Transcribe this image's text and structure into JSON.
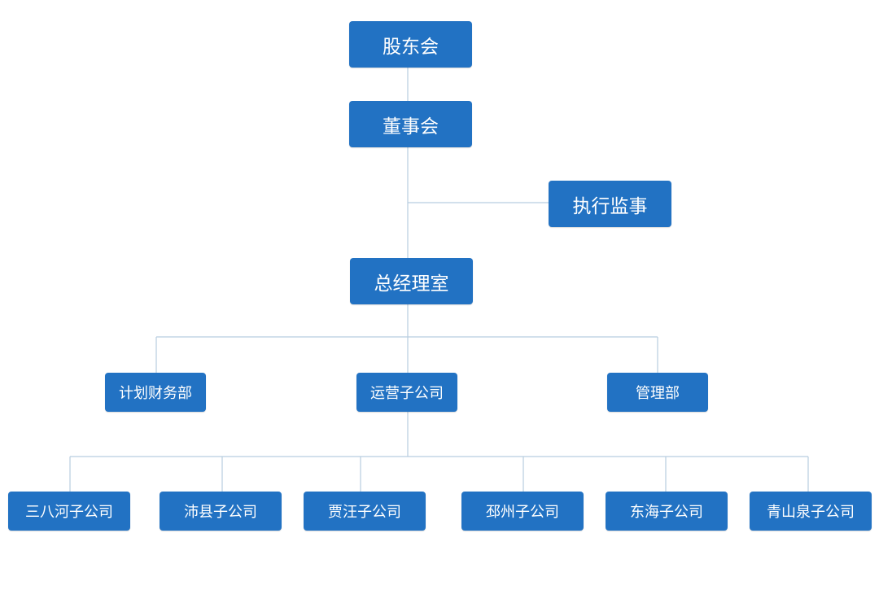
{
  "org_chart": {
    "shareholders": "股东会",
    "board": "董事会",
    "supervisor": "执行监事",
    "general_manager": "总经理室",
    "departments": [
      "计划财务部",
      "运营子公司",
      "管理部"
    ],
    "subsidiaries": [
      "三八河子公司",
      "沛县子公司",
      "贾汪子公司",
      "邳州子公司",
      "东海子公司",
      "青山泉子公司"
    ]
  },
  "colors": {
    "node_fill": "#2272c3",
    "node_text": "#ffffff",
    "connector": "#b7cde0"
  }
}
